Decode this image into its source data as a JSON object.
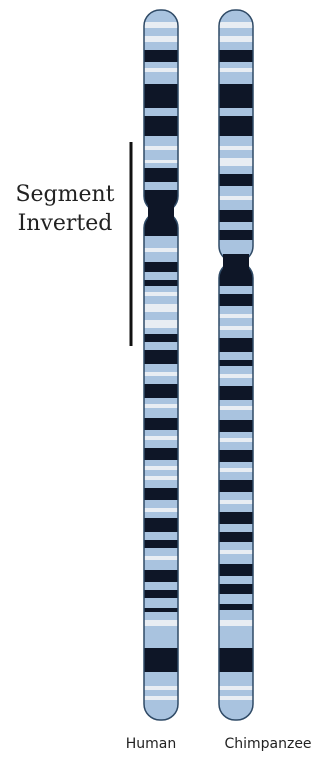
{
  "annotation": {
    "line1": "Segment",
    "line2": "Inverted"
  },
  "chromosomes": [
    {
      "id": "human",
      "label": "Human",
      "centromere_fraction": 0.28,
      "inverted_segment_fraction": [
        0.17,
        0.47
      ]
    },
    {
      "id": "chimp",
      "label": "Chimpanzee",
      "centromere_fraction": 0.35
    }
  ],
  "colors": {
    "band_light": "#a9c3df",
    "band_dark": "#0e1627",
    "band_white": "#e8edf3",
    "outline": "#2f4a66",
    "bar": "#111111"
  }
}
